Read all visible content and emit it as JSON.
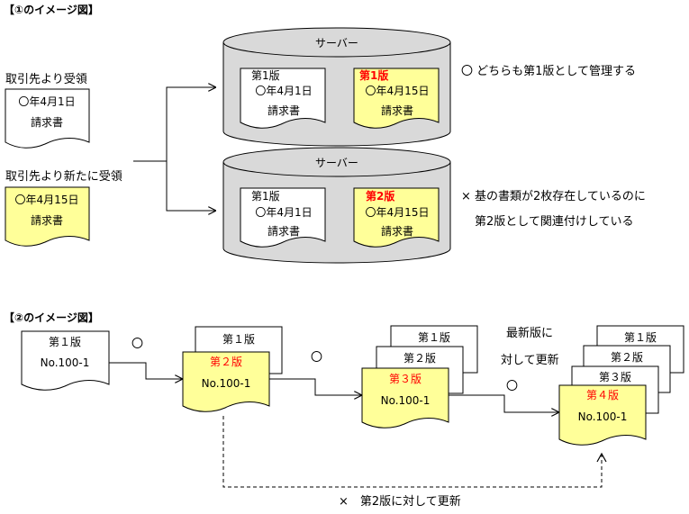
{
  "colors": {
    "note_yellow": "#ffff99",
    "cylinder_fill": "#d9d9d9",
    "version_red": "#ff0000",
    "stroke": "#000000"
  },
  "section1": {
    "title": "【①のイメージ図】",
    "received_label": "取引先より受領",
    "received_doc": {
      "line1": "〇年4月1日",
      "line2": "請求書"
    },
    "new_received_label": "取引先より新たに受領",
    "new_received_doc": {
      "line1": "〇年4月15日",
      "line2": "請求書"
    },
    "server_top": {
      "label": "サーバー",
      "doc_a": {
        "version": "第1版",
        "date": "〇年4月1日",
        "title": "請求書"
      },
      "doc_b": {
        "version": "第1版",
        "date": "〇年4月15日",
        "title": "請求書"
      },
      "note": "〇 どちらも第1版として管理する"
    },
    "server_bottom": {
      "label": "サーバー",
      "doc_a": {
        "version": "第1版",
        "date": "〇年4月1日",
        "title": "請求書"
      },
      "doc_b": {
        "version": "第2版",
        "date": "〇年4月15日",
        "title": "請求書"
      },
      "note_line1": "× 基の書類が2枚存在しているのに",
      "note_line2": "第2版として関連付けしている"
    }
  },
  "section2": {
    "title": "【②のイメージ図】",
    "doc_number": "No.100-1",
    "v1": {
      "label": "第１版"
    },
    "v2": {
      "label": "第２版"
    },
    "v3": {
      "label": "第３版"
    },
    "v4": {
      "label": "第４版"
    },
    "circle_mark": "〇",
    "latest_note_line1": "最新版に",
    "latest_note_line2": "対して更新",
    "wrong_note": "×　第2版に対して更新"
  }
}
